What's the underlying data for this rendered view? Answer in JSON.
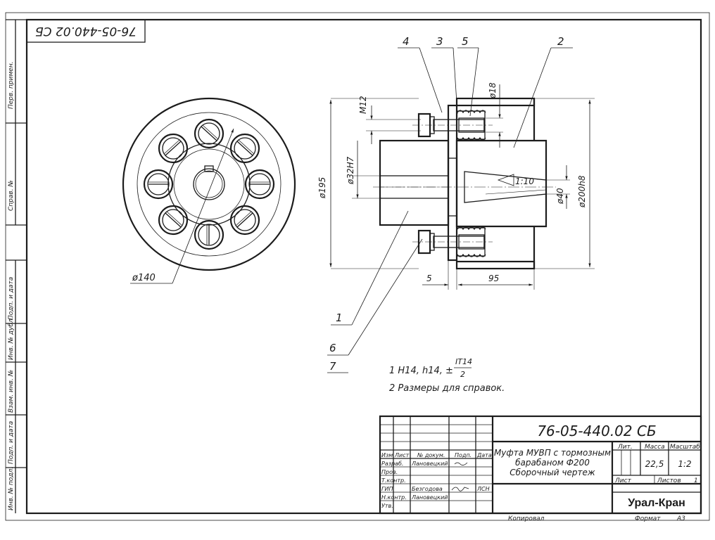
{
  "stamp_top": "76-05-440.02 СБ",
  "side_labels": {
    "perv_primen": "Перв. примен.",
    "sprav_no": "Справ. №",
    "podp_data_1": "Подп. и дата",
    "inv_dubl": "Инв. № дубл.",
    "vzam_inv": "Взам. инв. №",
    "podp_data_2": "Подп. и дата",
    "inv_podl": "Инв. № подл."
  },
  "front_view": {
    "dia_label": "ø140"
  },
  "section_view": {
    "dims": {
      "d195": "ø195",
      "d32": "ø32H7",
      "m12": "M12",
      "d18": "ø18",
      "taper": "1:10",
      "d40": "ø40",
      "d200": "ø200h8",
      "w5": "5",
      "w95": "95"
    },
    "callouts": [
      "1",
      "2",
      "3",
      "4",
      "5",
      "6",
      "7"
    ]
  },
  "notes": {
    "n1_prefix": "1 H14, h14, ±",
    "n1_num": "IT14",
    "n1_den": "2",
    "n2": "2 Размеры для справок."
  },
  "title_block": {
    "doc_number": "76-05-440.02 СБ",
    "title_line1": "Муфта МУВП с тормозным",
    "title_line2": "барабаном Ф200",
    "title_line3": "Сборочный чертеж",
    "headers": {
      "izm": "Изм",
      "list": "Лист",
      "doc_no": "№ докум.",
      "podp": "Подп.",
      "data": "Дата"
    },
    "roles": [
      "Разраб.",
      "Пров.",
      "Т.контр.",
      "ГИП",
      "Н.контр.",
      "Утв."
    ],
    "names": [
      "Лановецкий",
      "",
      "",
      "Безгодова",
      "Лановецкий",
      ""
    ],
    "date_gip": "ЛСН",
    "lit": "Лит.",
    "massa": "Масса",
    "masshtab": "Масштаб",
    "massa_val": "22,5",
    "masshtab_val": "1:2",
    "list": "Лист",
    "listov": "Листов",
    "listov_val": "1",
    "company": "Урал-Кран",
    "kopiroval": "Копировал",
    "format": "Формат",
    "format_val": "А3"
  }
}
